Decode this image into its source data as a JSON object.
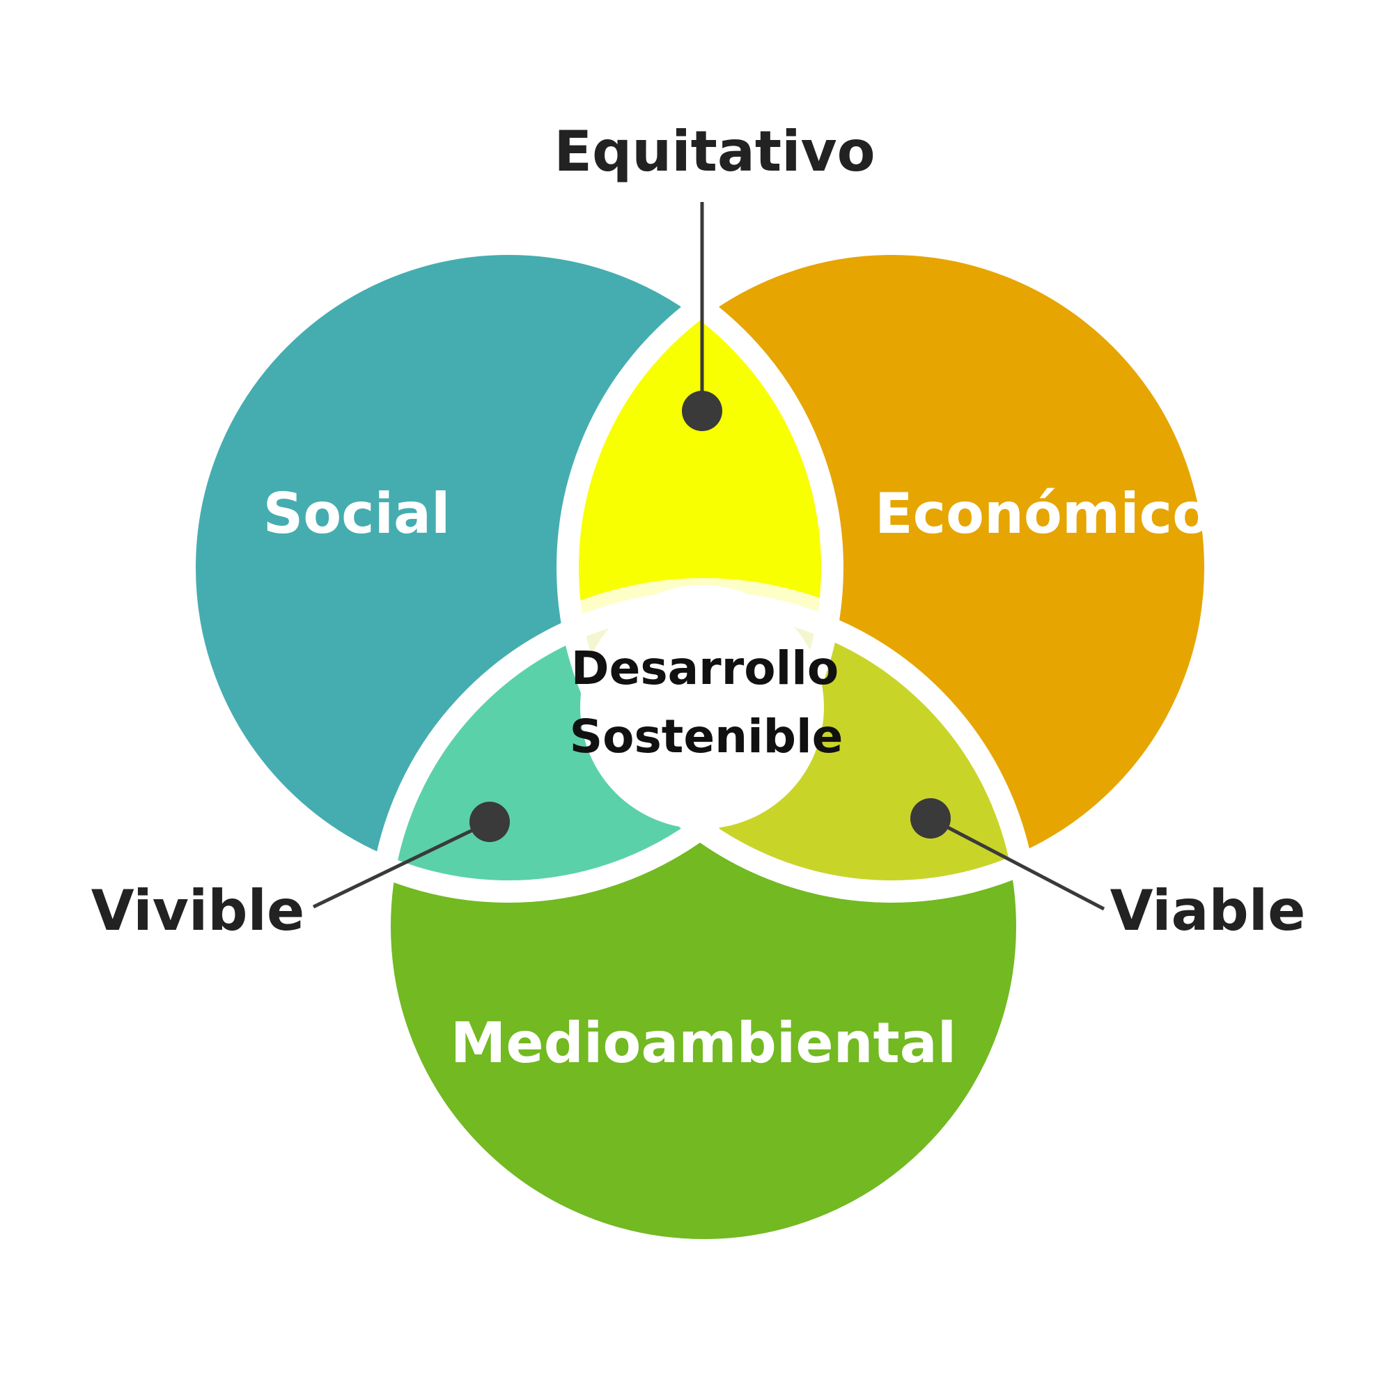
{
  "diagram": {
    "circles": {
      "social": {
        "label": "Social",
        "color": "#45ADAF"
      },
      "economico": {
        "label": "Económico",
        "color": "#E6A500"
      },
      "medioambiental": {
        "label": "Medioambiental",
        "color": "#72B922"
      }
    },
    "intersections": {
      "equitativo": {
        "label": "Equitativo",
        "color": "#F8FF00"
      },
      "vivible": {
        "label": "Vivible",
        "color": "#5BD1A9"
      },
      "viable": {
        "label": "Viable",
        "color": "#C9D429"
      }
    },
    "center": {
      "line1": "Desarrollo",
      "line2": "Sostenible"
    },
    "colors": {
      "text_dark": "#222222",
      "text_light": "#ffffff",
      "callout": "#3a3a3a",
      "gap": "#ffffff"
    }
  }
}
